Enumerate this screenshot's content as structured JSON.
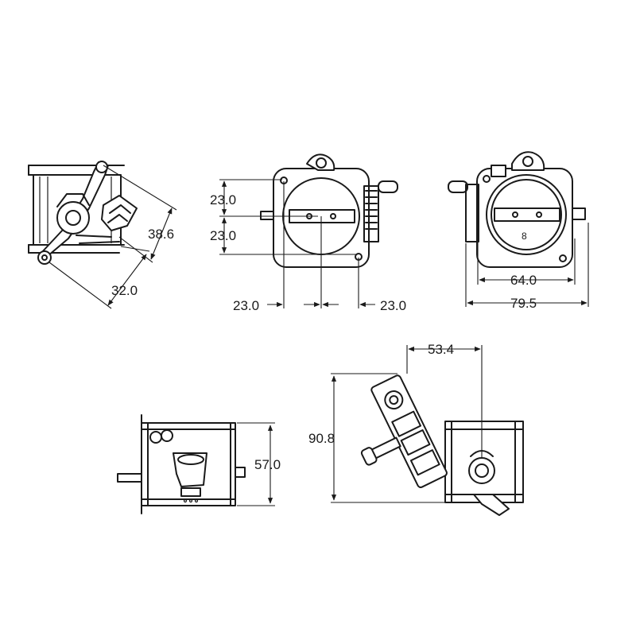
{
  "dimensions": {
    "side_top_height": "38.6",
    "side_top_depth": "32.0",
    "front_upper_vertical": "23.0",
    "front_lower_vertical": "23.0",
    "front_left_horizontal": "23.0",
    "front_right_horizontal": "23.0",
    "rear_bore_width": "64.0",
    "rear_overall_width": "79.5",
    "bottom_body_length": "57.0",
    "iso_overall_height": "90.8",
    "iso_top_offset": "53.4"
  },
  "colors": {
    "line": "#1a1a1a",
    "background": "#ffffff"
  }
}
